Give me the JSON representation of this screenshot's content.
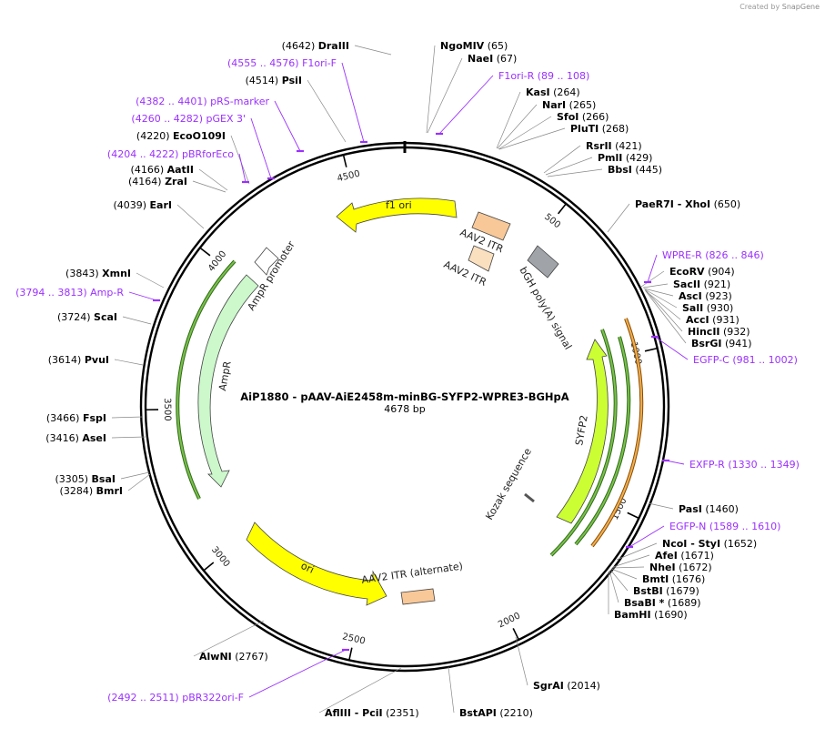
{
  "credit": {
    "prefix": "Created by",
    "brand": "SnapGene"
  },
  "plasmid": {
    "name": "AiP1880 - pAAV-AiE2458m-minBG-SYFP2-WPRE3-BGHpA",
    "length_label": "4678 bp",
    "length": 4678
  },
  "ticks": [
    "500",
    "1000",
    "1500",
    "2000",
    "2500",
    "3000",
    "3500",
    "4000",
    "4500"
  ],
  "sites": [
    {
      "name": "DraIII",
      "pos": "(4642)"
    },
    {
      "name": "NgoMIV",
      "pos": "(65)"
    },
    {
      "name": "NaeI",
      "pos": "(67)"
    },
    {
      "name": "KasI",
      "pos": "(264)"
    },
    {
      "name": "NarI",
      "pos": "(265)"
    },
    {
      "name": "SfoI",
      "pos": "(266)"
    },
    {
      "name": "PluTI",
      "pos": "(268)"
    },
    {
      "name": "RsrII",
      "pos": "(421)"
    },
    {
      "name": "PmlI",
      "pos": "(429)"
    },
    {
      "name": "BbsI",
      "pos": "(445)"
    },
    {
      "name": "PaeR7I",
      "extra": "- XhoI",
      "pos": "(650)"
    },
    {
      "name": "EcoRV",
      "pos": "(904)"
    },
    {
      "name": "SacII",
      "pos": "(921)"
    },
    {
      "name": "AscI",
      "pos": "(923)"
    },
    {
      "name": "SalI",
      "pos": "(930)"
    },
    {
      "name": "AccI",
      "pos": "(931)"
    },
    {
      "name": "HincII",
      "pos": "(932)"
    },
    {
      "name": "BsrGI",
      "pos": "(941)"
    },
    {
      "name": "PasI",
      "pos": "(1460)"
    },
    {
      "name": "NcoI",
      "extra": "- StyI",
      "pos": "(1652)"
    },
    {
      "name": "AfeI",
      "pos": "(1671)"
    },
    {
      "name": "NheI",
      "pos": "(1672)"
    },
    {
      "name": "BmtI",
      "pos": "(1676)"
    },
    {
      "name": "BstBI",
      "pos": "(1679)"
    },
    {
      "name": "BsaBI *",
      "pos": "(1689)"
    },
    {
      "name": "BamHI",
      "pos": "(1690)"
    },
    {
      "name": "SgrAI",
      "pos": "(2014)"
    },
    {
      "name": "BstAPI",
      "pos": "(2210)"
    },
    {
      "name": "AflIII",
      "extra": "- PciI",
      "pos": "(2351)"
    },
    {
      "name": "AlwNI",
      "pos": "(2767)"
    },
    {
      "name": "BmrI",
      "pos": "(3284)"
    },
    {
      "name": "BsaI",
      "pos": "(3305)"
    },
    {
      "name": "AseI",
      "pos": "(3416)"
    },
    {
      "name": "FspI",
      "pos": "(3466)"
    },
    {
      "name": "PvuI",
      "pos": "(3614)"
    },
    {
      "name": "ScaI",
      "pos": "(3724)"
    },
    {
      "name": "XmnI",
      "pos": "(3843)"
    },
    {
      "name": "EarI",
      "pos": "(4039)"
    },
    {
      "name": "ZraI",
      "pos": "(4164)"
    },
    {
      "name": "AatII",
      "pos": "(4166)"
    },
    {
      "name": "EcoO109I",
      "pos": "(4220)"
    },
    {
      "name": "PsiI",
      "pos": "(4514)"
    }
  ],
  "primers": [
    {
      "name": "F1ori-F",
      "range": "(4555 .. 4576)"
    },
    {
      "name": "F1ori-R",
      "range": "(89 .. 108)"
    },
    {
      "name": "pRS-marker",
      "range": "(4382 .. 4401)"
    },
    {
      "name": "pGEX 3'",
      "range": "(4260 .. 4282)"
    },
    {
      "name": "pBRforEco",
      "range": "(4204 .. 4222)"
    },
    {
      "name": "Amp-R",
      "range": "(3794 .. 3813)"
    },
    {
      "name": "WPRE-R",
      "range": "(826 .. 846)"
    },
    {
      "name": "EGFP-C",
      "range": "(981 .. 1002)"
    },
    {
      "name": "EXFP-R",
      "range": "(1330 .. 1349)"
    },
    {
      "name": "EGFP-N",
      "range": "(1589 .. 1610)"
    },
    {
      "name": "pBR322ori-F",
      "range": "(2492 .. 2511)"
    }
  ],
  "features": {
    "f1_ori": "f1 ori",
    "aav2_itr_1": "AAV2 ITR",
    "aav2_itr_2": "AAV2 ITR",
    "bgh": "bGH poly(A) signal",
    "ampr_promoter": "AmpR promoter",
    "ampr": "AmpR",
    "sypf2": "SYFP2",
    "kozak": "Kozak sequence",
    "ori": "ori",
    "aav2_itr_alt": "AAV2 ITR (alternate)"
  },
  "colors": {
    "f1_ori": "#ffff00",
    "itr": "#f8c898",
    "bgh": "#a0a4a8",
    "ampr": "#ccf8cc",
    "sypf2": "#ccff33",
    "ori": "#ffff00",
    "primer": "#9b30ff",
    "orf_green": "#70b040",
    "orf_orange": "#e8a040"
  }
}
